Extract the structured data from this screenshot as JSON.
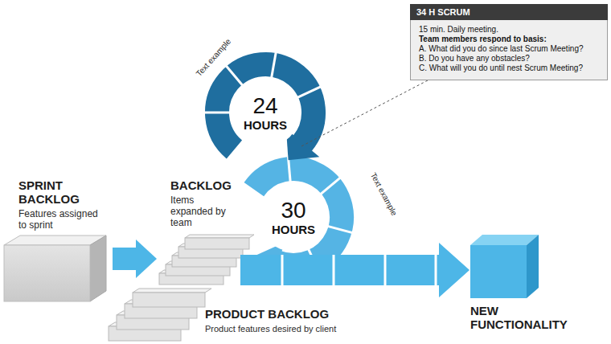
{
  "diagram": {
    "nodes": [
      {
        "text": [
          "SPRINT BACKLOG",
          "Features assigned to sprint"
        ]
      },
      {
        "text": [
          "BACKLOG",
          "Items expanded by team"
        ]
      },
      {
        "text": [
          "PRODUCT BACKLOG",
          "Product features desired by client"
        ]
      },
      {
        "text": [
          "NEW FUNCTIONALITY"
        ]
      },
      {
        "text": [
          "24",
          "HOURS"
        ]
      },
      {
        "text": [
          "30",
          "HOURS"
        ]
      },
      {
        "text": [
          "34 H SCRUM",
          "15 min. Daily meeting.",
          "Team members respond to basis:",
          "A. What did you do since last Scrum Meeting?",
          "B. Do you have any obstacles?",
          "C. What will you do until nest Scrum Meeting?"
        ]
      }
    ],
    "edges": [
      {
        "from": 0,
        "to": 1,
        "arrow": "to"
      },
      {
        "from": 1,
        "to": 3,
        "arrow": "to"
      },
      {
        "from": 6,
        "to": 4,
        "arrow": "none"
      }
    ],
    "labels": [
      "Text example",
      "Text example"
    ]
  }
}
